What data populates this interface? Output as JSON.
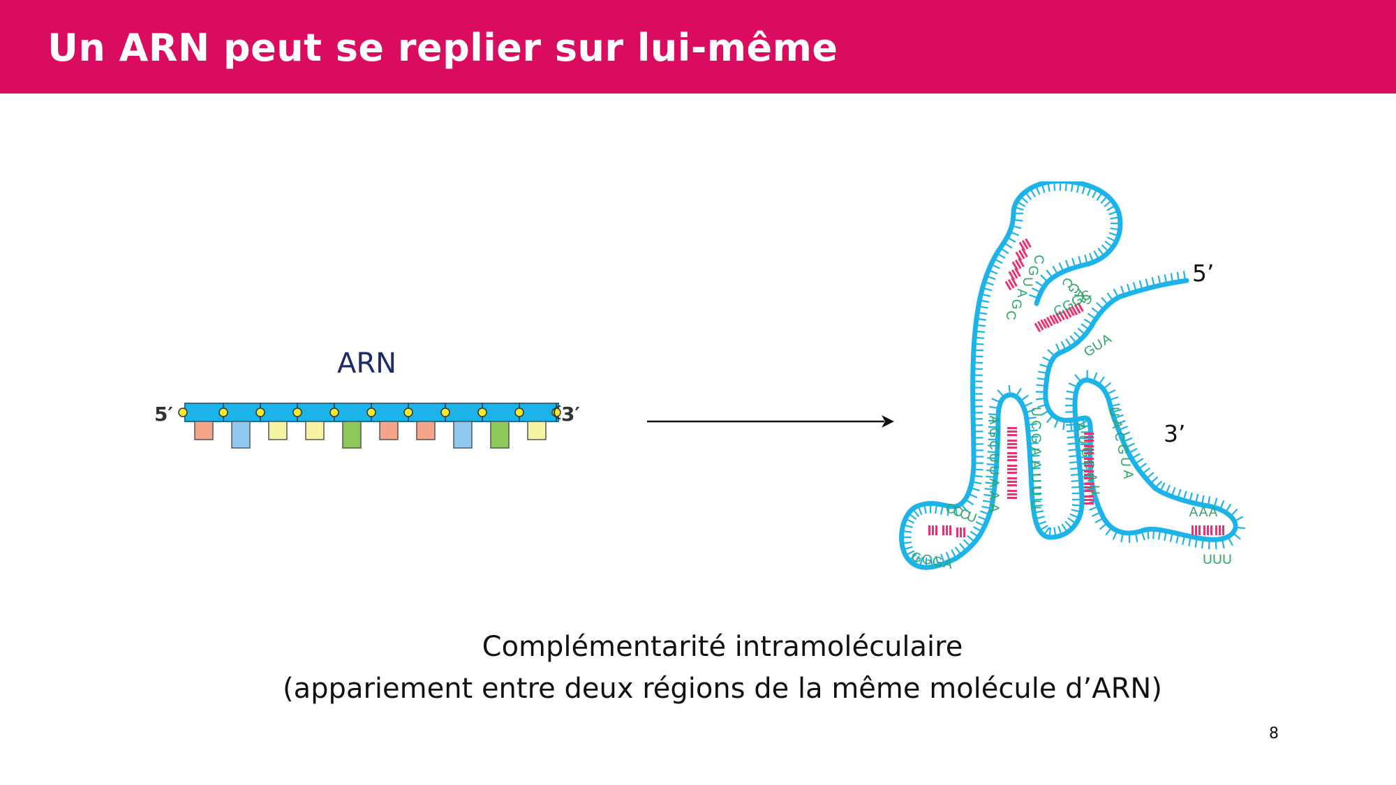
{
  "slide": {
    "title": "Un ARN peut se replier sur lui-même",
    "page_number": "8"
  },
  "linear_rna": {
    "label": "ARN",
    "end5": "5′",
    "end3": "3′",
    "base_colors": [
      "#f4a58b",
      "#90c9f0",
      "#f7f3a4",
      "#f7f3a4",
      "#8cc95a",
      "#f4a58b",
      "#f4a58b",
      "#90c9f0",
      "#8cc95a",
      "#f7f3a4"
    ],
    "base_kinds": [
      "short",
      "long",
      "short",
      "short",
      "long",
      "short",
      "short",
      "long",
      "long",
      "short"
    ],
    "backbone_color": "#1cb4e8",
    "phosphate_color": "#f6ea2a"
  },
  "folded_rna": {
    "end5": "5’",
    "end3": "3’",
    "backbone_color": "#1cb4e8",
    "pair_color": "#e8336f",
    "letter_color": "#2ea567",
    "sequences": {
      "stem_top_left": "CGUAGC",
      "stem_top_right": "CGAG",
      "stem_mid": "CGGC",
      "stem_mid_right": "AUG",
      "left_stem_outer": "AGCUUAAA",
      "left_stem_inner": "UCGAAUUU",
      "right_stem_outer": "UACGUA",
      "right_stem_inner": "AUGCAU",
      "loop_left_top": "CCCU",
      "loop_left_bottom": "GGGA",
      "loop_right_top": "AAA",
      "loop_right_bottom": "UUU"
    }
  },
  "caption": {
    "line1": "Complémentarité intramoléculaire",
    "line2": "(appariement entre deux régions de la même molécule d’ARN)"
  }
}
